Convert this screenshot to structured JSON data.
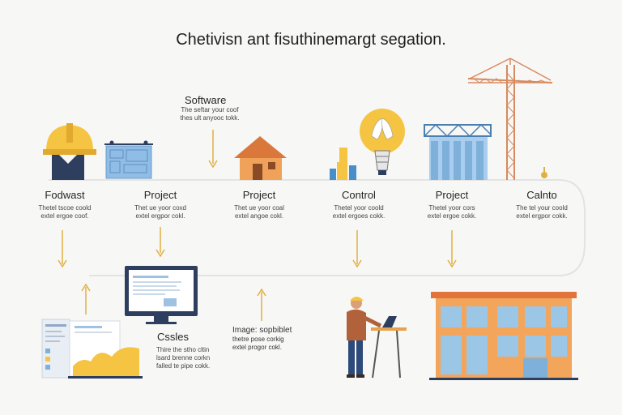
{
  "title": "Chetivisn ant fisuthinemargt segation.",
  "software": {
    "label": "Software",
    "desc_lines": [
      "The seftar your coof",
      "thes ult anyooc tokk."
    ]
  },
  "steps": [
    {
      "label": "Fodwast",
      "desc_lines": [
        "Thetel tscoe coold",
        "extel ergoe coof."
      ]
    },
    {
      "label": "Project",
      "desc_lines": [
        "Thet ue yoor coxd",
        "extel ergpor cokl."
      ]
    },
    {
      "label": "Project",
      "desc_lines": [
        "Thet ue yoor coal",
        "extel angoe cokl."
      ]
    },
    {
      "label": "Control",
      "desc_lines": [
        "Thetel yoor coold",
        "extel ergoes cokk."
      ]
    },
    {
      "label": "Project",
      "desc_lines": [
        "Thetel yoor cors",
        "extel ergoe cokk."
      ]
    },
    {
      "label": "Calnto",
      "desc_lines": [
        "The tel your coold",
        "extel ergpor cokk."
      ]
    }
  ],
  "cases": {
    "label": "Cssles",
    "desc_lines": [
      "Thire the stho cltin",
      "lsard brenne corkn",
      "falled te pipe cokk."
    ]
  },
  "image_note": {
    "desc_lines": [
      "Image: sopbiblet",
      "thetre pose corkig",
      "extel progor cokl."
    ]
  },
  "icons": [
    "hardhat-icon",
    "blueprint-icon",
    "house-icon",
    "bar-chart-icon",
    "lightbulb-icon",
    "building-frame-icon",
    "crane-icon",
    "monitor-icon",
    "document-chart-icon",
    "engineer-icon",
    "office-building-icon"
  ],
  "colors": {
    "yellow": "#f5c443",
    "navy": "#2d3e5f",
    "orange": "#e8944a",
    "blue": "#7fb0d9",
    "crane": "#d88a5e",
    "arrow": "#e0b043",
    "line": "#e3e3e3"
  }
}
